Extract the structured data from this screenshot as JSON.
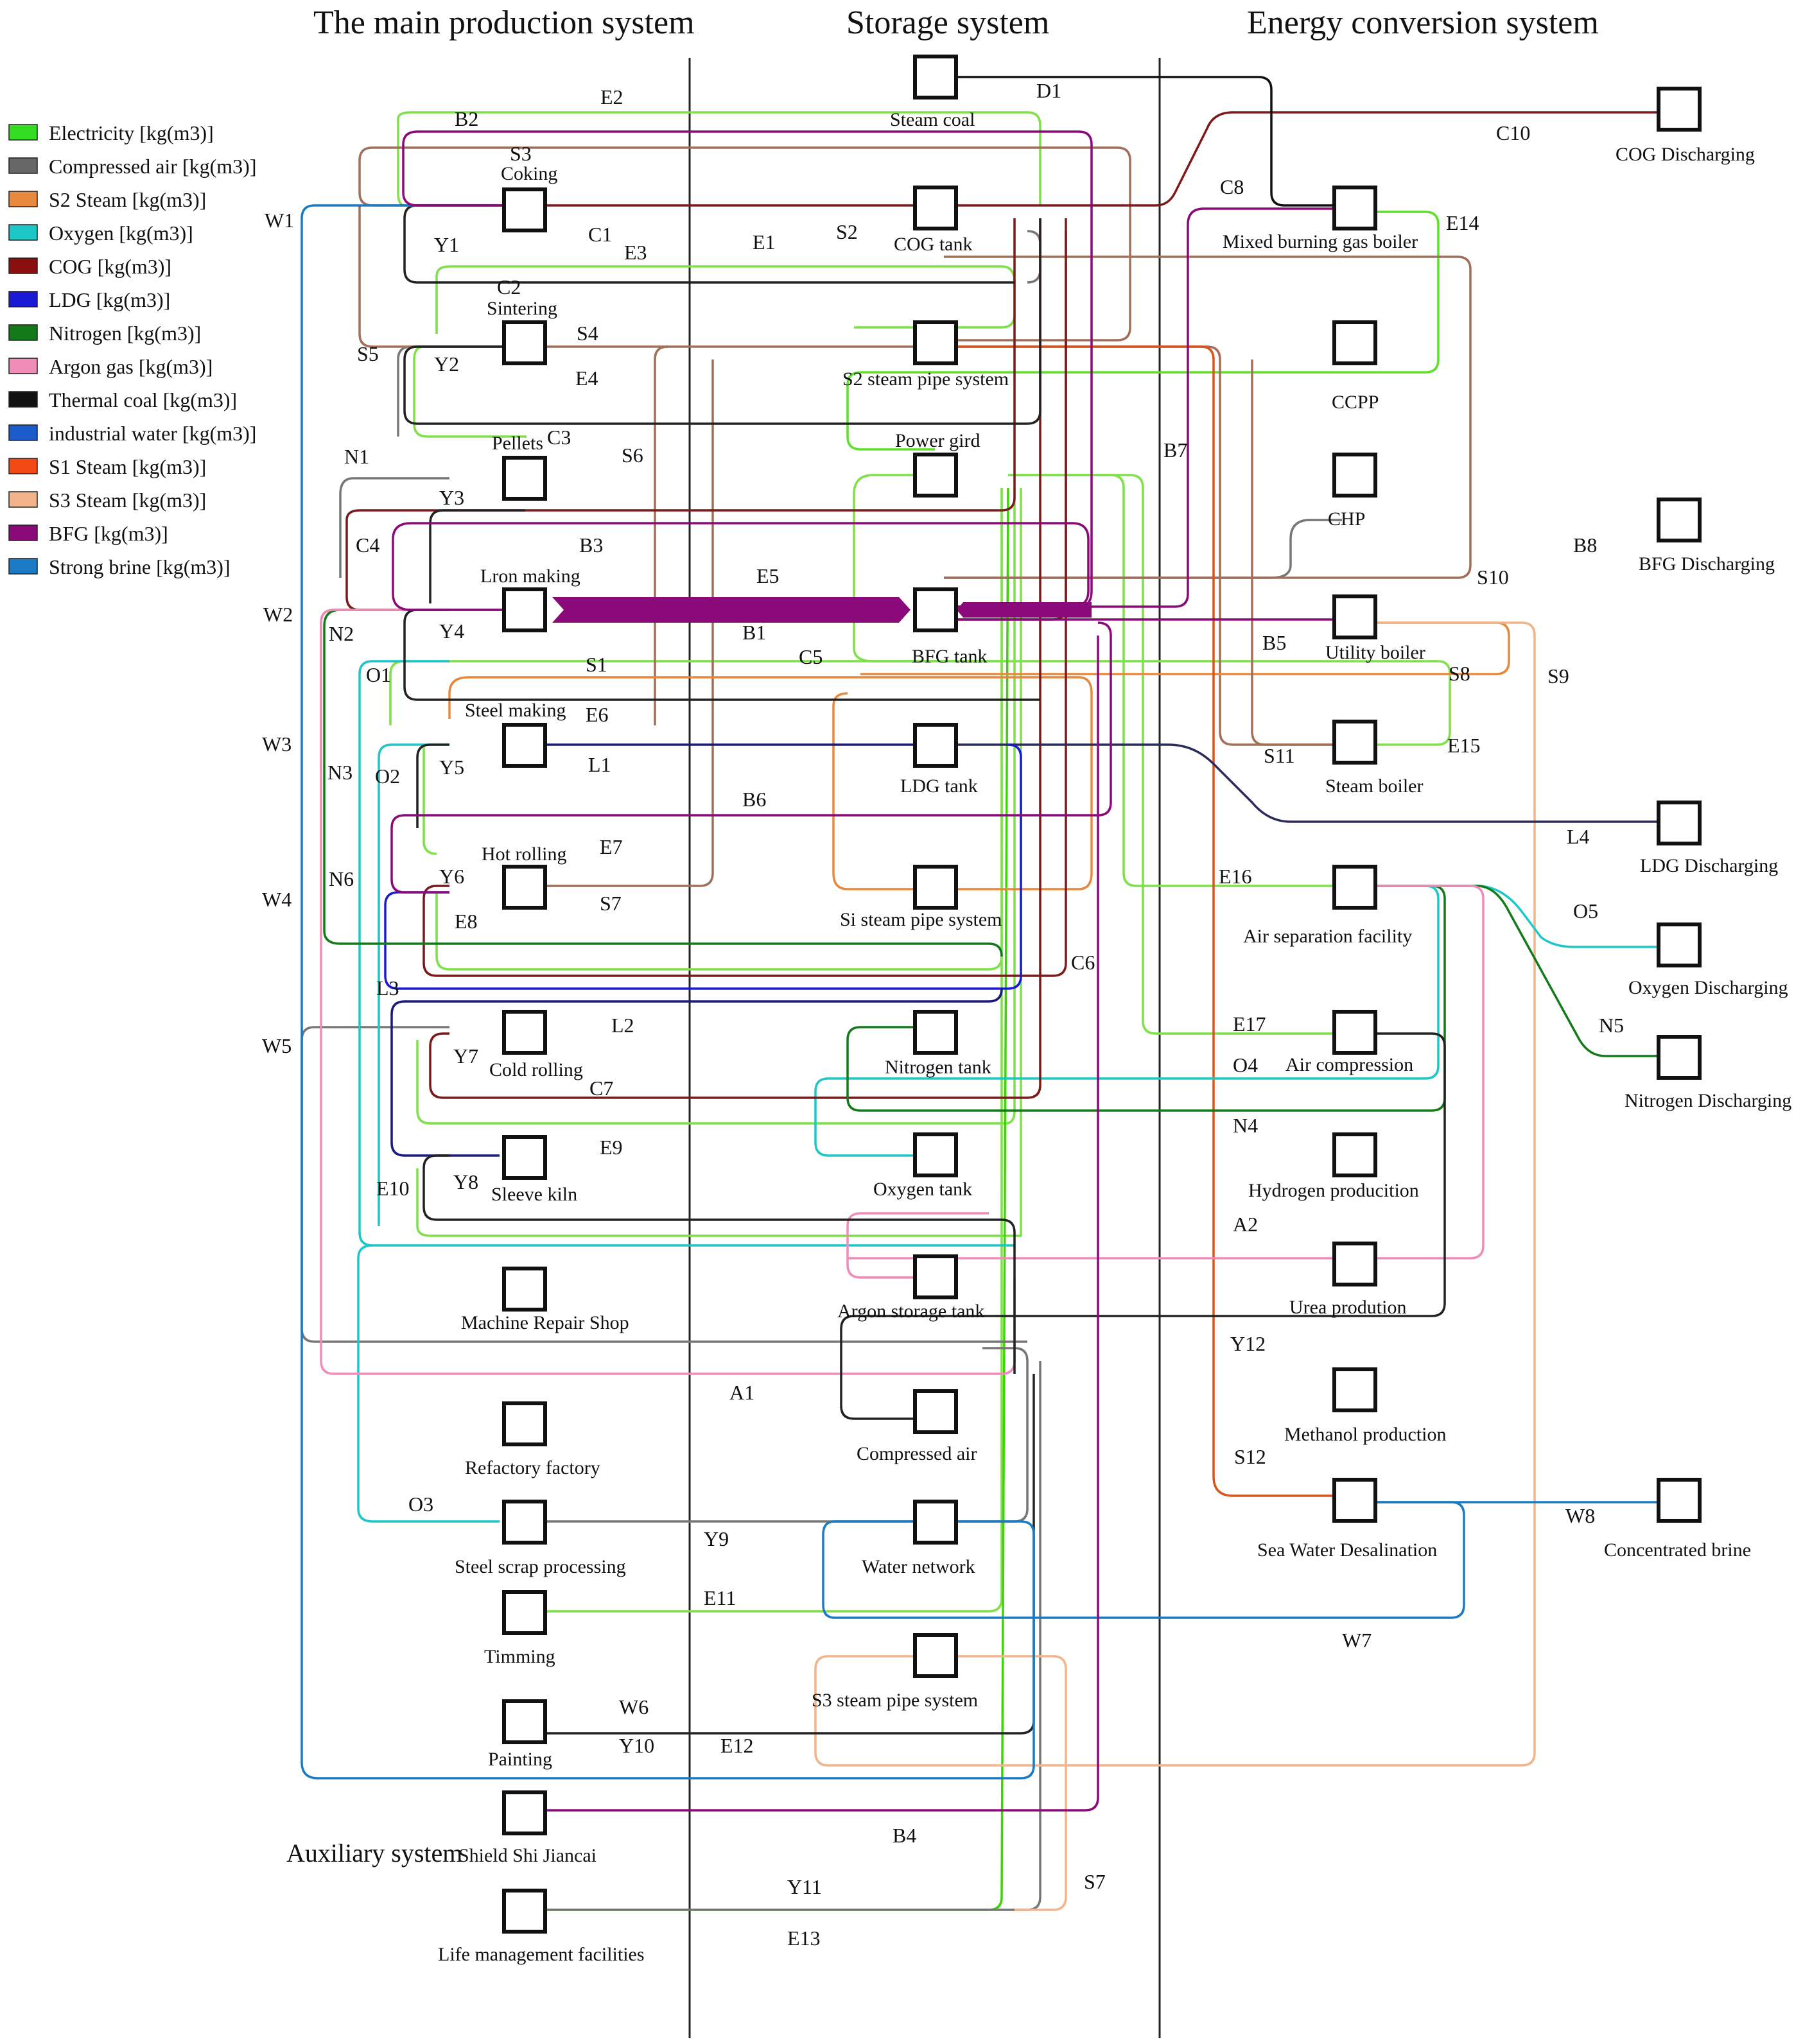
{
  "headers": {
    "main": "The main production system",
    "storage": "Storage system",
    "energy": "Energy conversion system",
    "auxiliary": "Auxiliary system"
  },
  "legend": [
    {
      "name": "Electricity [kg(m3)]",
      "color": "#33dd22"
    },
    {
      "name": "Compressed air [kg(m3)]",
      "color": "#666666"
    },
    {
      "name": "S2 Steam [kg(m3)]",
      "color": "#e8883c"
    },
    {
      "name": "Oxygen [kg(m3)]",
      "color": "#1ec7c7"
    },
    {
      "name": "COG [kg(m3)]",
      "color": "#8b0f0f"
    },
    {
      "name": "LDG [kg(m3)]",
      "color": "#1a1ad6"
    },
    {
      "name": "Nitrogen [kg(m3)]",
      "color": "#137a1a"
    },
    {
      "name": "Argon gas [kg(m3)]",
      "color": "#f08cb8"
    },
    {
      "name": "Thermal coal [kg(m3)]",
      "color": "#111111"
    },
    {
      "name": "industrial water [kg(m3)]",
      "color": "#1a5ccc"
    },
    {
      "name": "S1 Steam [kg(m3)]",
      "color": "#f24a14"
    },
    {
      "name": "S3 Steam [kg(m3)]",
      "color": "#f2b48a"
    },
    {
      "name": "BFG [kg(m3)]",
      "color": "#8a0a7a"
    },
    {
      "name": "Strong brine [kg(m3)]",
      "color": "#1a7ac4"
    }
  ],
  "nodes": {
    "coking": "Coking",
    "sintering": "Sintering",
    "pellets": "Pellets",
    "iron_making": "Lron making",
    "steel_making": "Steel making",
    "hot_rolling": "Hot rolling",
    "cold_rolling": "Cold rolling",
    "sleeve_kiln": "Sleeve kiln",
    "machine_repair": "Machine Repair Shop",
    "refactory": "Refactory factory",
    "steel_scrap": "Steel scrap processing",
    "timming": "Timming",
    "painting": "Painting",
    "shield": "Shield Shi Jiancai",
    "life_mgmt": "Life management facilities",
    "steam_coal": "Steam coal",
    "cog_tank": "COG tank",
    "s2_pipe": "S2 steam pipe system",
    "power_grid": "Power gird",
    "bfg_tank": "BFG tank",
    "ldg_tank": "LDG tank",
    "s1_pipe": "Si steam pipe system",
    "nitrogen_tank": "Nitrogen tank",
    "oxygen_tank": "Oxygen tank",
    "argon_tank": "Argon storage tank",
    "compressed_air": "Compressed air",
    "water_network": "Water network",
    "s3_pipe": "S3 steam pipe system",
    "mixed_boiler": "Mixed burning gas boiler",
    "ccpp": "CCPP",
    "chp": "CHP",
    "utility_boiler": "Utility boiler",
    "steam_boiler": "Steam boiler",
    "air_sep": "Air separation facility",
    "air_comp": "Air compression",
    "hydrogen": "Hydrogen producition",
    "urea": "Urea prodution",
    "methanol": "Methanol production",
    "desal": "Sea Water Desalination",
    "cog_dis": "COG Discharging",
    "bfg_dis": "BFG Discharging",
    "ldg_dis": "LDG Discharging",
    "oxy_dis": "Oxygen Discharging",
    "nit_dis": "Nitrogen Discharging",
    "brine": "Concentrated brine"
  },
  "codes": {
    "E2": "E2",
    "B2": "B2",
    "S3": "S3",
    "D1": "D1",
    "C10": "C10",
    "W1": "W1",
    "Y1": "Y1",
    "C1": "C1",
    "E3": "E3",
    "E1": "E1",
    "S2": "S2",
    "C8": "C8",
    "E14": "E14",
    "C2": "C2",
    "S5": "S5",
    "Y2": "Y2",
    "S4": "S4",
    "E4": "E4",
    "N1": "N1",
    "C3": "C3",
    "S6": "S6",
    "Y3": "Y3",
    "B7": "B7",
    "C4": "C4",
    "B3": "B3",
    "E5": "E5",
    "W2": "W2",
    "N2": "N2",
    "Y4": "Y4",
    "B1": "B1",
    "C5": "C5",
    "B8": "B8",
    "S10": "S10",
    "B5": "B5",
    "S8": "S8",
    "S9": "S9",
    "O1": "O1",
    "S1": "S1",
    "E6": "E6",
    "W3": "W3",
    "N3": "N3",
    "O2": "O2",
    "Y5": "Y5",
    "L1": "L1",
    "S11": "S11",
    "E15": "E15",
    "B6": "B6",
    "L4": "L4",
    "N6": "N6",
    "E7": "E7",
    "Y6": "Y6",
    "W4": "W4",
    "E8": "E8",
    "S7": "S7",
    "E16": "E16",
    "O5": "O5",
    "C6": "C6",
    "L3": "L3",
    "L2": "L2",
    "E17": "E17",
    "N5": "N5",
    "W5": "W5",
    "Y7": "Y7",
    "C7": "C7",
    "O4": "O4",
    "N4": "N4",
    "E9": "E9",
    "E10": "E10",
    "Y8": "Y8",
    "A2": "A2",
    "Y12": "Y12",
    "A1": "A1",
    "S12": "S12",
    "O3": "O3",
    "W8": "W8",
    "Y9": "Y9",
    "E11": "E11",
    "W7": "W7",
    "W6": "W6",
    "Y10": "Y10",
    "E12": "E12",
    "B4": "B4",
    "S7b": "S7",
    "Y11": "Y11",
    "E13": "E13"
  }
}
